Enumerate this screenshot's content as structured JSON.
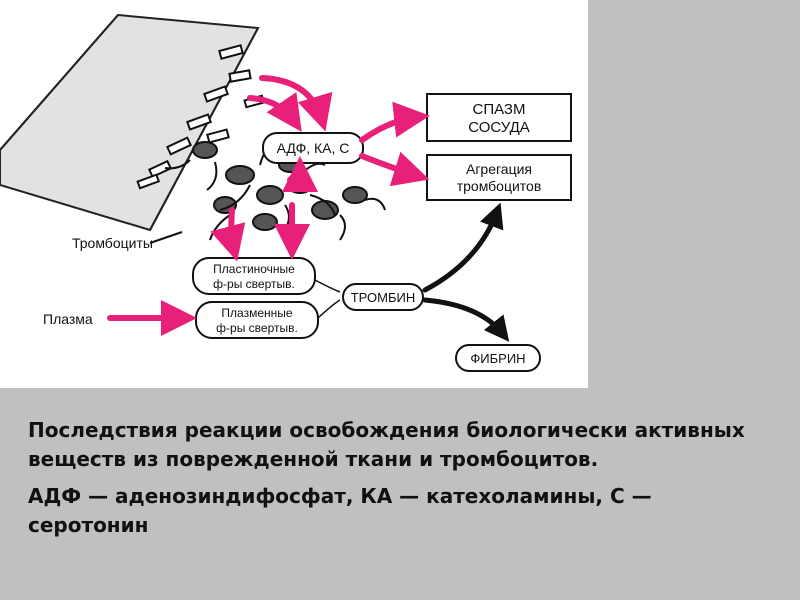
{
  "diagram": {
    "boxes": {
      "spasm_line1": "СПАЗМ",
      "spasm_line2": "СОСУДА",
      "aggregation_line1": "Агрегация",
      "aggregation_line2": "тромбоцитов",
      "adf": "АДФ, КА, С",
      "plate_factors_line1": "Пластиночные",
      "plate_factors_line2": "ф-ры свертыв.",
      "plasma_factors_line1": "Плазменные",
      "plasma_factors_line2": "ф-ры свертыв.",
      "thrombin": "ТРОМБИН",
      "fibrin": "ФИБРИН"
    },
    "labels": {
      "platelets": "Тромбоциты",
      "plasma": "Плазма"
    },
    "colors": {
      "pink_arrow": "#e8207a",
      "black_arrow": "#111111",
      "vessel_fill": "#e2e2e2"
    }
  },
  "caption": {
    "paragraph1": "Последствия реакции освобождения биологически активных веществ из поврежденной ткани и тромбоцитов.",
    "paragraph2": "АДФ — аденозиндифосфат, КА — катехоламины, С — серотонин"
  }
}
